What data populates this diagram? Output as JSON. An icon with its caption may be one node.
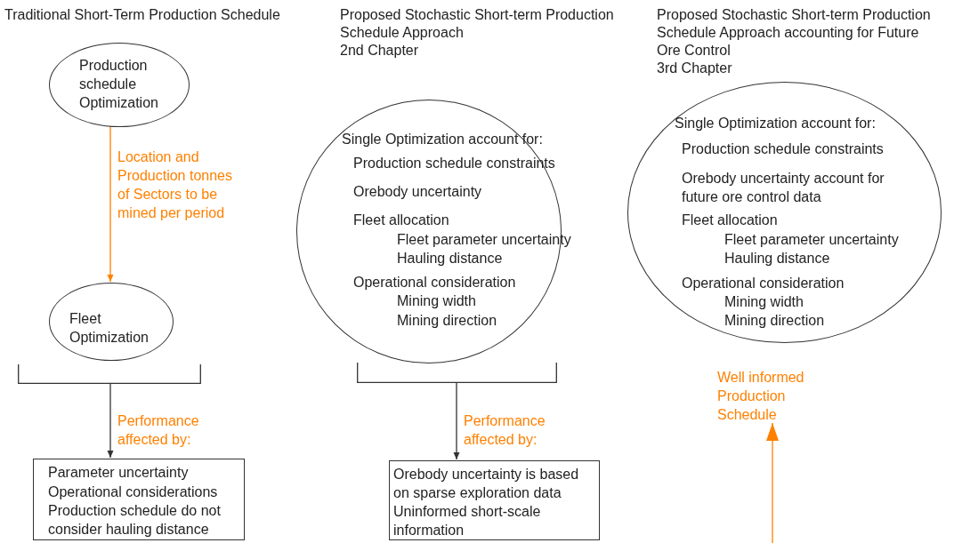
{
  "diagram": {
    "nodes": [
      {
        "text": [
          "Production schedule Optimization"
        ]
      },
      {
        "text": [
          "Fleet Optimization"
        ]
      },
      {
        "text": [],
        "shape": "bracket"
      },
      {
        "text": [
          "Parameter uncertainty",
          "Operational considerations",
          "Production schedule do not consider hauling distance"
        ]
      },
      {
        "text": [
          "Single Optimization account for:",
          "Production schedule constraints",
          "Orebody uncertainty",
          "Fleet allocation",
          "Fleet parameter uncertainty",
          "Hauling distance",
          "Operational consideration",
          "Mining width",
          "Mining direction"
        ]
      },
      {
        "text": [],
        "shape": "bracket"
      },
      {
        "text": [
          "Orebody uncertainty is based on sparse exploration data",
          "Uninformed short-scale information"
        ]
      },
      {
        "text": [
          "Single Optimization account for:",
          "Production schedule constraints",
          "Orebody uncertainty account for future ore control data",
          "Fleet allocation",
          "Fleet parameter uncertainty",
          "Hauling distance",
          "Operational consideration",
          "Mining width",
          "Mining direction"
        ]
      },
      {
        "text": [
          "Well informed Production Schedule"
        ]
      }
    ],
    "edges": [
      {
        "from": 0,
        "to": 1,
        "arrow": "to",
        "label": "Location and Production tonnes of Sectors to be mined per period",
        "color": "#ff8000"
      },
      {
        "from": 2,
        "to": 3,
        "arrow": "to",
        "label": "Performance affected by:",
        "color": "#333333"
      },
      {
        "from": 5,
        "to": 6,
        "arrow": "to",
        "label": "Performance affected by:",
        "color": "#333333"
      },
      {
        "from": null,
        "to": 8,
        "arrow": "to",
        "color": "#ff8000"
      }
    ],
    "labels": [
      "Traditional Short-Term Production Schedule",
      "Proposed Stochastic Short-term Production Schedule Approach",
      "2nd Chapter",
      "Proposed Stochastic Short-term Production Schedule Approach accounting for Future Ore Control",
      "3rd Chapter"
    ]
  }
}
